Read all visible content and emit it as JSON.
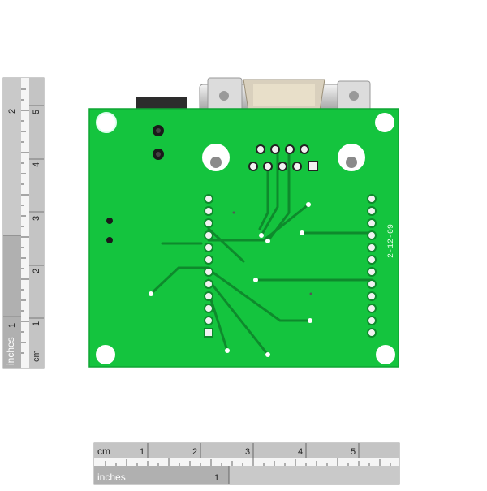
{
  "scene": {
    "board_color": "#14c43e",
    "trace_color": "#0e8a2c",
    "pad_color": "#f2f2f2",
    "board_silkscreen": "2-12-09"
  },
  "left_ruler": {
    "cm_label": "cm",
    "inches_label": "inches",
    "cm_numbers": [
      "1",
      "2",
      "3",
      "4",
      "5"
    ],
    "inch_numbers": [
      "1",
      "2"
    ]
  },
  "bottom_ruler": {
    "cm_label": "cm",
    "inches_label": "inches",
    "cm_numbers": [
      "1",
      "2",
      "3",
      "4",
      "5"
    ],
    "inch_numbers": [
      "1"
    ]
  }
}
